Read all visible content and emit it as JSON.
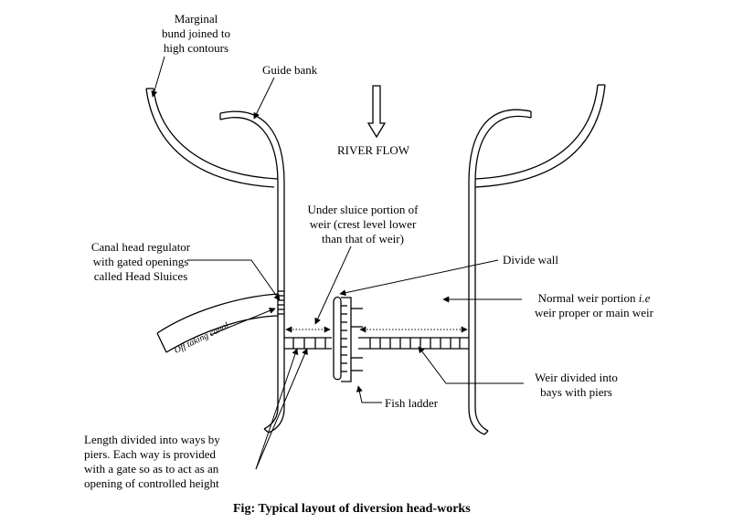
{
  "labels": {
    "marginal_bund": [
      "Marginal",
      "bund joined to",
      "high contours"
    ],
    "guide_bank": "Guide bank",
    "river_flow": "RIVER FLOW",
    "under_sluice": [
      "Under sluice portion of",
      "weir (crest level lower",
      "than that of weir)"
    ],
    "canal_head_regulator": [
      "Canal head regulator",
      "with gated openings",
      "called Head Sluices"
    ],
    "divide_wall": "Divide wall",
    "normal_weir": [
      "Normal weir portion ",
      "i.e",
      "weir proper or main weir"
    ],
    "off_taking_canal": "Off taking canal",
    "weir_bays": [
      "Weir divided into",
      "bays with piers"
    ],
    "fish_ladder": "Fish ladder",
    "length_ways": [
      "Length divided into ways by",
      "piers. Each way is provided",
      "with a gate so as to act as an",
      "opening of controlled height"
    ]
  },
  "caption": "Fig: Typical layout of diversion head-works"
}
